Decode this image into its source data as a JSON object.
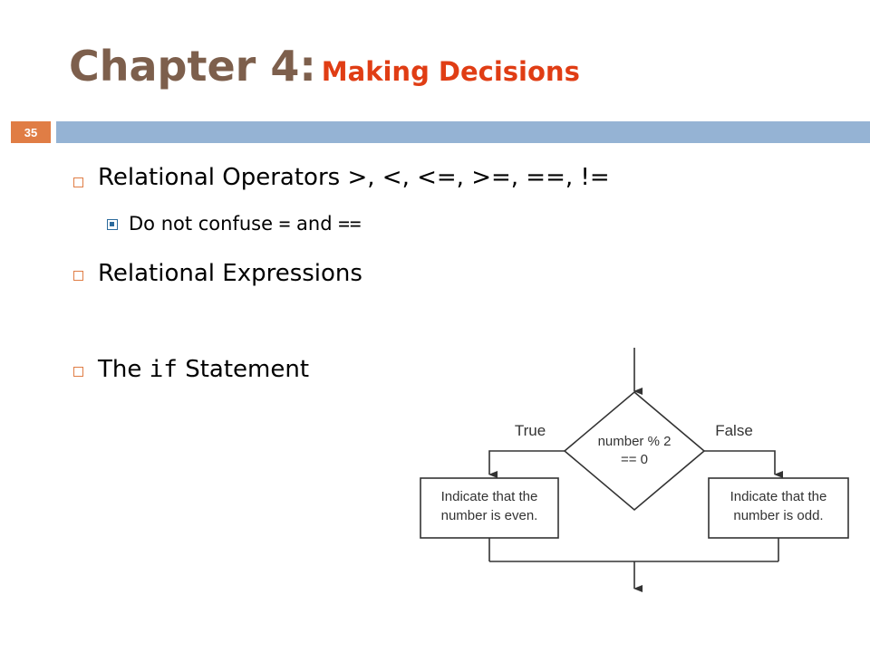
{
  "slide": {
    "title_main": "Chapter 4:",
    "title_sub": "Making Decisions",
    "slide_number": "35"
  },
  "bullets": [
    {
      "text": "Relational Operators >, <, <=, >=, ==, !="
    },
    {
      "text_before": "Do not confuse ",
      "code1": "=",
      "text_mid": " and ",
      "code2": "=="
    },
    {
      "text": "Relational Expressions"
    },
    {
      "text_before": "The ",
      "code": "if",
      "text_after": " Statement"
    }
  ],
  "flowchart": {
    "condition_line1": "number % 2",
    "condition_line2": "== 0",
    "true_label": "True",
    "false_label": "False",
    "true_box_line1": "Indicate that the",
    "true_box_line2": "number is even.",
    "false_box_line1": "Indicate that the",
    "false_box_line2": "number is odd."
  },
  "colors": {
    "title": "#7d5f4c",
    "subtitle": "#e03d14",
    "accent_orange": "#e07d45",
    "header_bar": "#95b3d4",
    "sub_bullet": "#2c6a9c"
  }
}
